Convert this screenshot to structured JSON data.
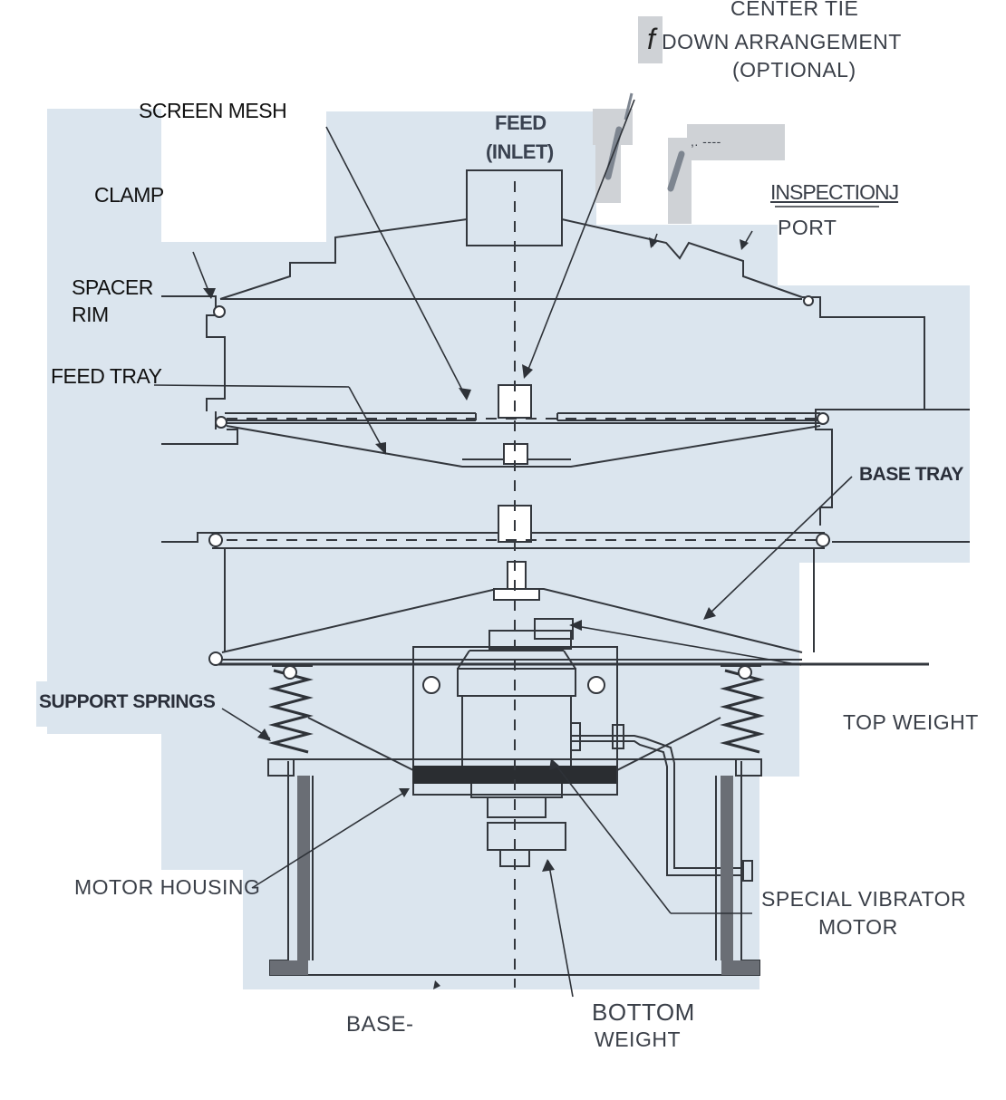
{
  "labels": {
    "center_tie_1": "CENTER TIE",
    "center_tie_f": "f",
    "center_tie_2": "DOWN ARRANGEMENT",
    "center_tie_3": "(OPTIONAL)",
    "screen_mesh": "SCREEN MESH",
    "feed": "FEED",
    "inlet": "(INLET)",
    "clamp": "CLAMP",
    "inspection": "INSPECTIONJ",
    "port": "PORT",
    "spacer": "SPACER",
    "rim": "RIM",
    "feed_tray": "FEED TRAY",
    "base_tray": "BASE TRAY",
    "support_springs": "SUPPORT SPRINGS",
    "top_weight": "TOP WEIGHT",
    "motor_housing": "MOTOR HOUSING",
    "special_vibrator": "SPECIAL VIBRATOR",
    "motor": "MOTOR",
    "base": "BASE-",
    "bottom": "BOTTOM",
    "weight": "WEIGHT",
    "scribble": ",.  ----"
  },
  "colors": {
    "panel": "#dbe5ee",
    "line": "#33373d",
    "grey_box": "#cfd2d6"
  }
}
